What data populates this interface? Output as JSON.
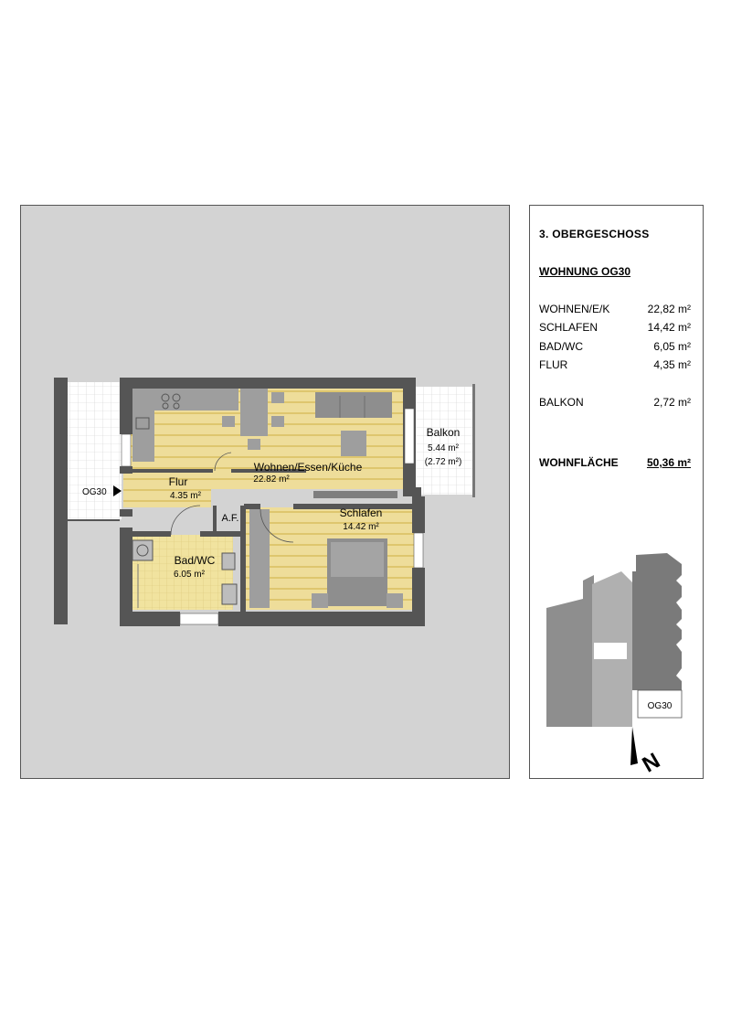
{
  "plan": {
    "rooms": {
      "wohnen": {
        "name": "Wohnen/Essen/Küche",
        "area": "22.82 m²"
      },
      "flur": {
        "name": "Flur",
        "area": "4.35 m²"
      },
      "schlafen": {
        "name": "Schlafen",
        "area": "14.42 m²"
      },
      "bad": {
        "name": "Bad/WC",
        "area": "6.05 m²"
      },
      "balkon": {
        "name": "Balkon",
        "area": "5.44 m²",
        "area_half": "(2.72 m²)"
      },
      "af": {
        "name": "A.F."
      }
    },
    "entrance_label": "OG30"
  },
  "info": {
    "floor": "3. OBERGESCHOSS",
    "unit": "WOHNUNG OG30",
    "areas": [
      {
        "label": "WOHNEN/E/K",
        "value": "22,82 m²"
      },
      {
        "label": "SCHLAFEN",
        "value": "14,42 m²"
      },
      {
        "label": "BAD/WC",
        "value": "6,05 m²"
      },
      {
        "label": "FLUR",
        "value": "4,35 m²"
      },
      {
        "label": "BALKON",
        "value": "2,72 m²"
      }
    ],
    "total": {
      "label": "WOHNFLÄCHE",
      "value": "50,36 m²"
    }
  },
  "site": {
    "unit_label": "OG30",
    "north_label": "N"
  },
  "colors": {
    "floor_wood": "#eedd9a",
    "wood_lines": "#d8bd5c",
    "bath_tile": "#f1e39f",
    "walls": "#555555",
    "furniture": "#9e9e9e",
    "background": "#d3d3d3"
  }
}
